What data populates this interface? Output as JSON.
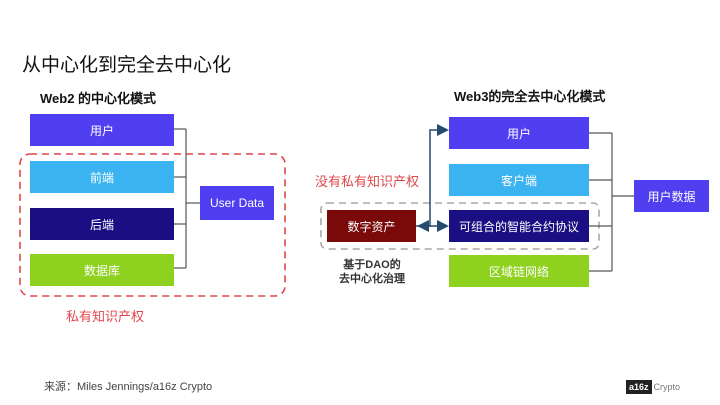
{
  "title": "从中心化到完全去中心化",
  "web2": {
    "subtitle": "Web2 的中心化模式",
    "layers": [
      "用户",
      "前端",
      "后端",
      "数据库"
    ],
    "user_data": "User Data",
    "ip_label": "私有知识产权"
  },
  "web3": {
    "subtitle": "Web3的完全去中心化模式",
    "layers": [
      "用户",
      "客户端",
      "可组合的智能合约协议",
      "区域链网络"
    ],
    "user_data": "用户数据",
    "no_ip_label": "没有私有知识产权",
    "digital_assets": "数字资产",
    "dao_caption_line1": "基于DAO的",
    "dao_caption_line2": "去中心化治理"
  },
  "source": "来源：Miles Jennings/a16z Crypto",
  "logo": {
    "mark": "a16z",
    "text": "Crypto"
  },
  "colors": {
    "purple": "#4f3ff0",
    "sky": "#3ab3f0",
    "navy": "#1a0f82",
    "lime": "#8ed11f",
    "maroon": "#7a0a0a",
    "red_dashed": "#e0474c",
    "gray_dashed": "#a8a8a8",
    "arrow": "#264a6e"
  }
}
